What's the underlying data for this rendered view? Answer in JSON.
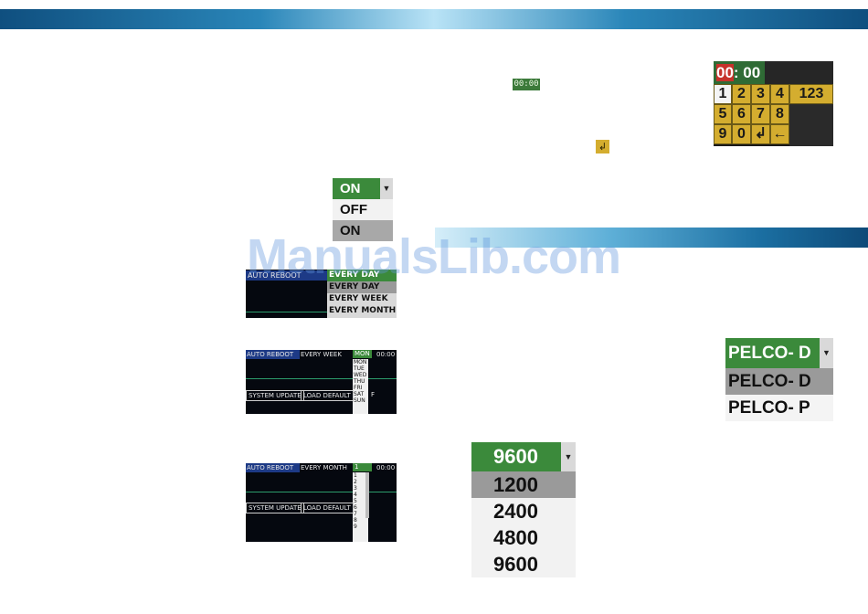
{
  "watermark": "ManualsLib.com",
  "inline_icons": {
    "time_chip": "00:00",
    "enter_icon": "enter-arrow-icon",
    "enter_glyph": "↲"
  },
  "keypad": {
    "display": {
      "highlight": "00",
      "rest": ": 00"
    },
    "rows": [
      [
        "1",
        "2",
        "3",
        "4",
        "123"
      ],
      [
        "5",
        "6",
        "7",
        "8"
      ],
      [
        "9",
        "0",
        "↲",
        "←"
      ]
    ],
    "selected_key": "1",
    "colors": {
      "key": "#d4ad2f",
      "display": "#2f6b35",
      "cursor": "#c6322a"
    }
  },
  "onoff_dropdown": {
    "value": "ON",
    "options": [
      "OFF",
      "ON"
    ],
    "selected_option": "ON"
  },
  "reboot_screens": {
    "daily": {
      "label": "AUTO REBOOT",
      "value": "EVERY DAY",
      "options": [
        "EVERY DAY",
        "EVERY WEEK",
        "EVERY MONTH"
      ]
    },
    "weekly": {
      "label": "AUTO REBOOT",
      "value": "EVERY WEEK",
      "day_value": "MON",
      "time": "00:00",
      "days": [
        "MON",
        "TUE",
        "WED",
        "THU",
        "FRI",
        "SAT",
        "SUN"
      ],
      "system_update": "SYSTEM UPDATE",
      "load_default": "LOAD DEFAULT",
      "extra": "F"
    },
    "monthly": {
      "label": "AUTO REBOOT",
      "value": "EVERY MONTH",
      "day_value": "1",
      "time": "00:00",
      "dates": [
        "1",
        "2",
        "3",
        "4",
        "5",
        "6",
        "7",
        "8",
        "9"
      ],
      "system_update": "SYSTEM UPDATE",
      "load_default": "LOAD DEFAULT"
    }
  },
  "protocol_dropdown": {
    "value": "PELCO- D",
    "options": [
      "PELCO- D",
      "PELCO- P"
    ],
    "selected_option": "PELCO- D"
  },
  "baud_dropdown": {
    "value": "9600",
    "options": [
      "1200",
      "2400",
      "4800",
      "9600"
    ],
    "selected_option": "1200"
  }
}
